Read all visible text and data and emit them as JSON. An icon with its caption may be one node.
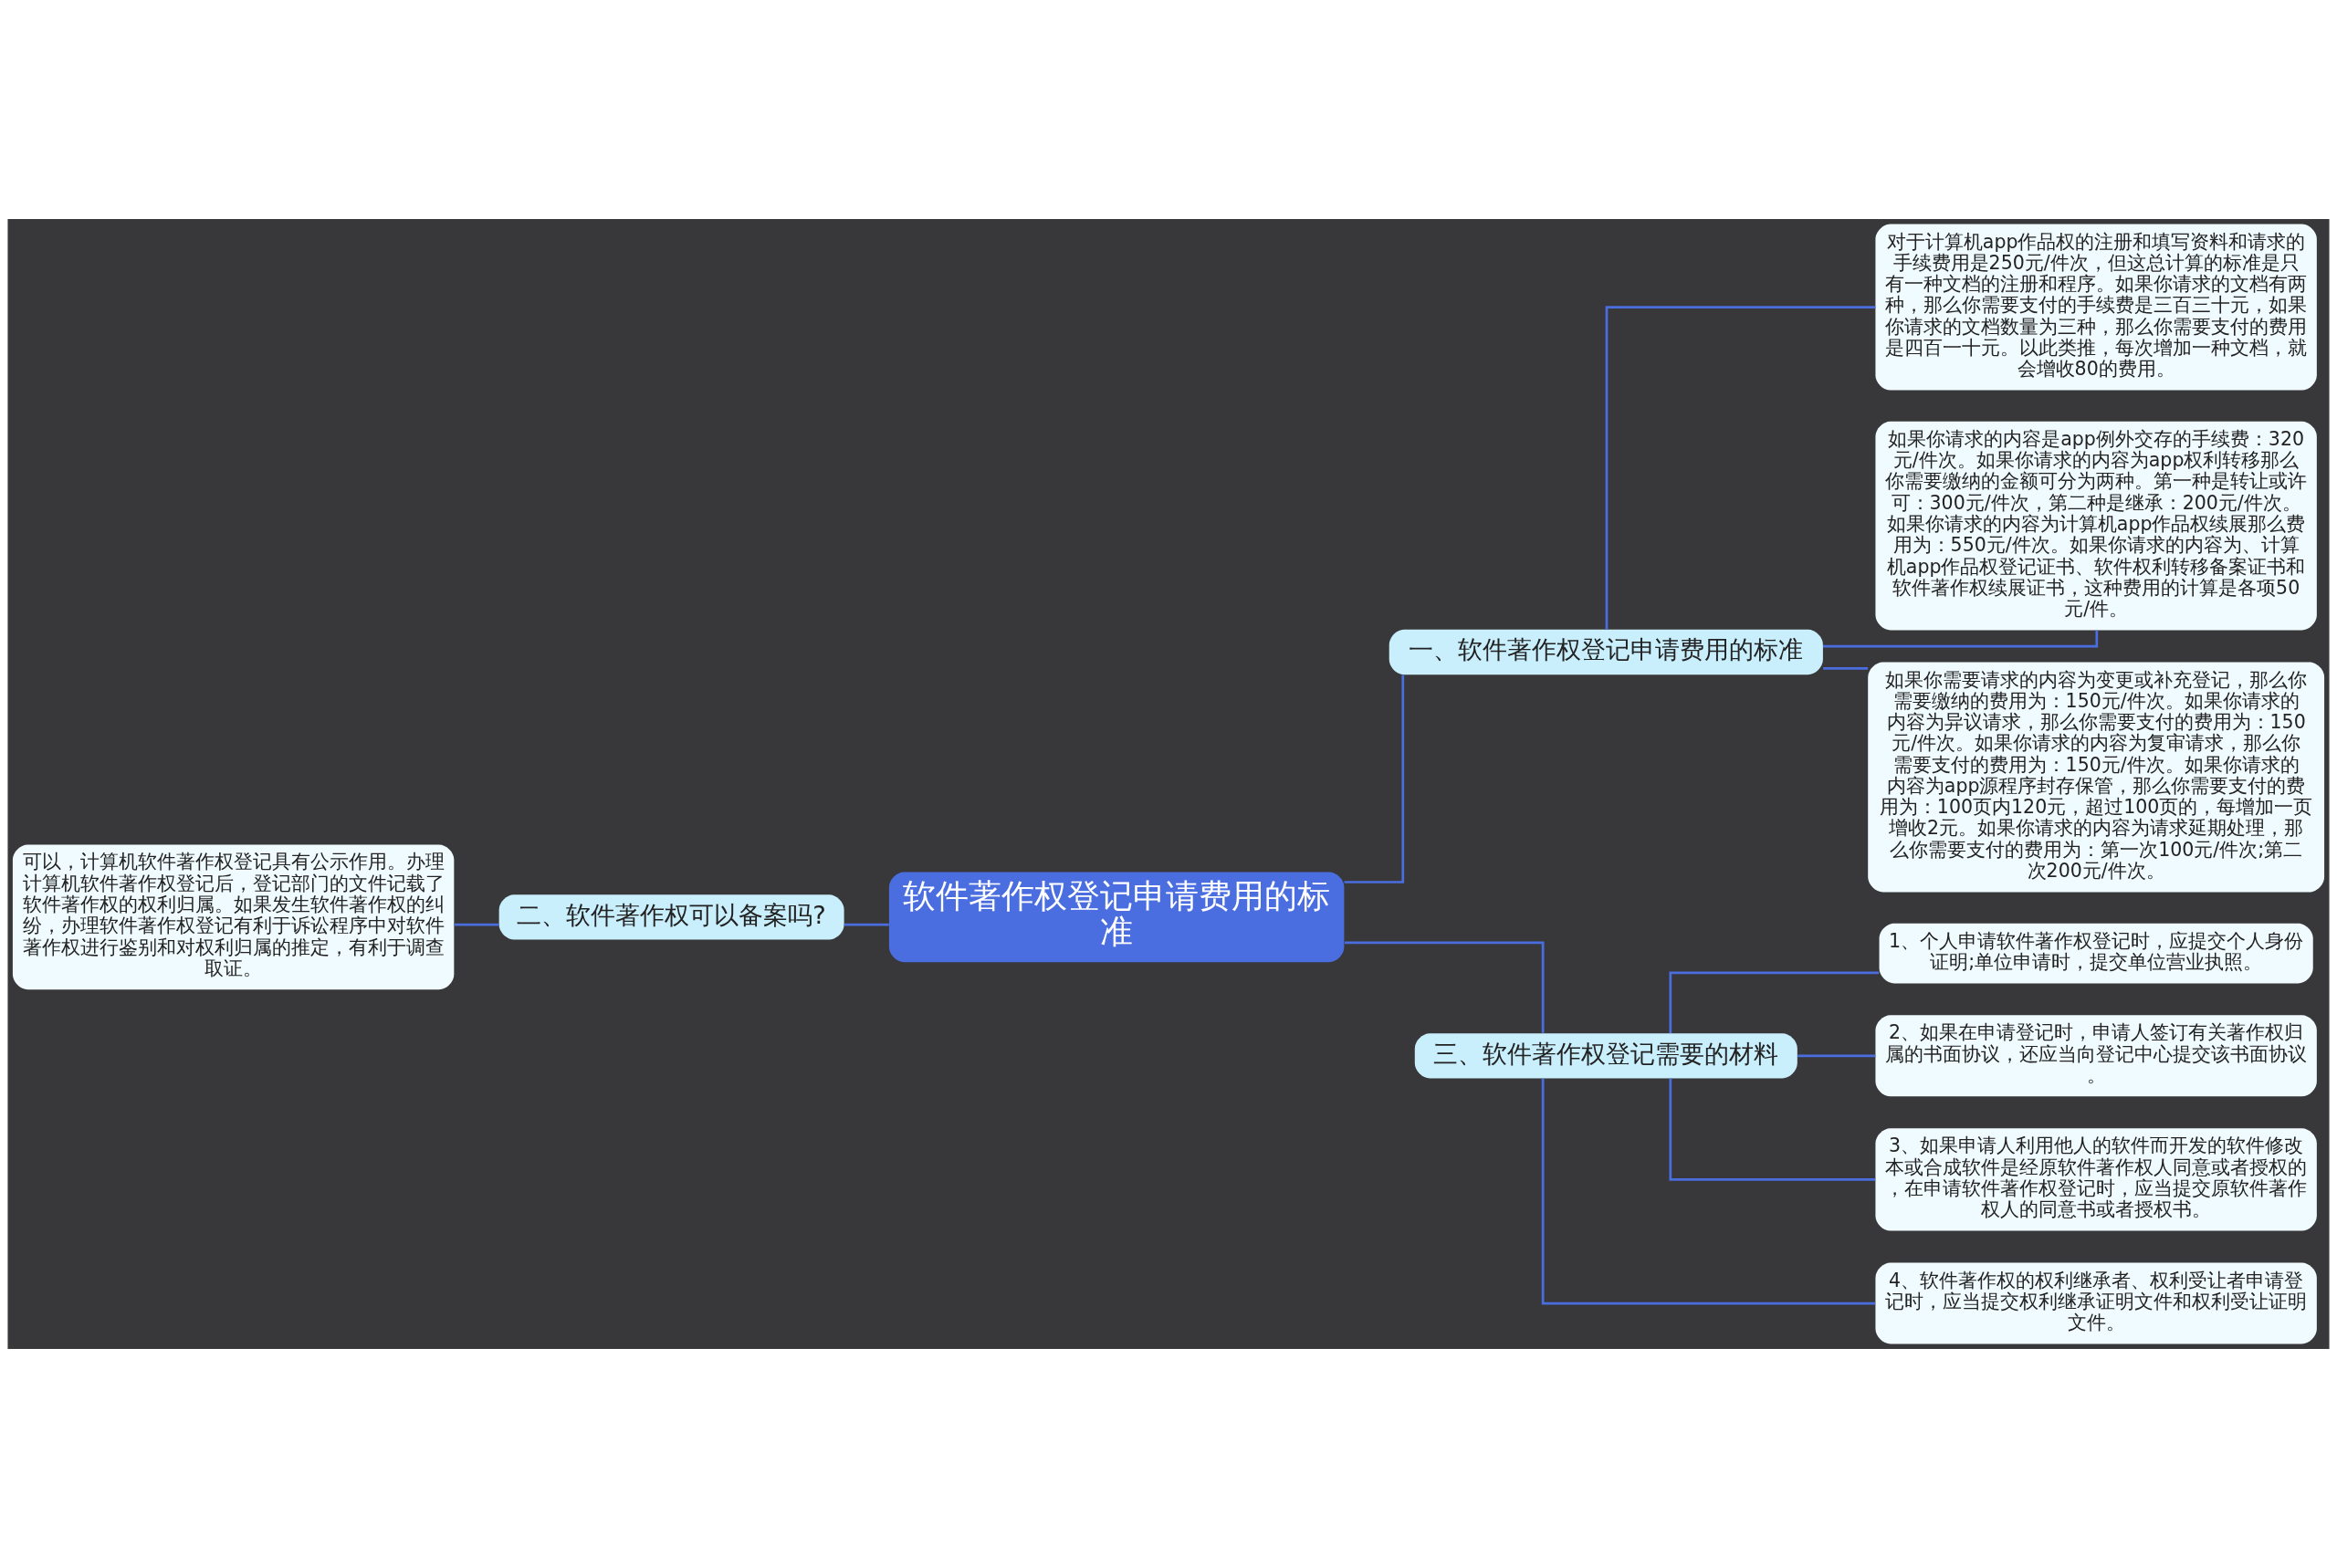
{
  "diagram": {
    "nodes": [
      {
        "text": [
          "软件著作权登记申请费用的标准"
        ]
      },
      {
        "text": [
          "一、软件著作权登记申请费用的标准"
        ]
      },
      {
        "text": [
          "对于计算机app作品权的注册和填写资料和请求的手续费用是250元/件次，但这总计算的标准是只有一种文档的注册和程序。如果你请求的文档有两种，那么你需要支付的手续费是三百三十元，如果你请求的文档数量为三种，那么你需要支付的费用是四百一十元。以此类推，每次增加一种文档，就会增收80的费用。"
        ]
      },
      {
        "text": [
          "如果你请求的内容是app例外交存的手续费：320元/件次。如果你请求的内容为app权利转移那么你需要缴纳的金额可分为两种。第一种是转让或许可：300元/件次，第二种是继承：200元/件次。如果你请求的内容为计算机app作品权续展那么费用为：550元/件次。如果你请求的内容为、计算机app作品权登记证书、软件权利转移备案证书和软件著作权续展证书，这种费用的计算是各项50元/件。"
        ]
      },
      {
        "text": [
          "如果你需要请求的内容为变更或补充登记，那么你需要缴纳的费用为：150元/件次。如果你请求的内容为异议请求，那么你需要支付的费用为：150元/件次。如果你请求的内容为复审请求，那么你需要支付的费用为：150元/件次。如果你请求的内容为app源程序封存保管，那么你需要支付的费用为：100页内120元，超过100页的，每增加一页增收2元。如果你请求的内容为请求延期处理，那么你需要支付的费用为：第一次100元/件次;第二次200元/件次。"
        ]
      },
      {
        "text": [
          "二、软件著作权可以备案吗?"
        ]
      },
      {
        "text": [
          "可以，计算机软件著作权登记具有公示作用。办理计算机软件著作权登记后，登记部门的文件记载了软件著作权的权利归属。如果发生软件著作权的纠纷，办理软件著作权登记有利于诉讼程序中对软件著作权进行鉴别和对权利归属的推定，有利于调查取证。"
        ]
      },
      {
        "text": [
          "三、软件著作权登记需要的材料"
        ]
      },
      {
        "text": [
          "1、个人申请软件著作权登记时，应提交个人身份证明;单位申请时，提交单位营业执照。"
        ]
      },
      {
        "text": [
          "2、如果在申请登记时，申请人签订有关著作权归属的书面协议，还应当向登记中心提交该书面协议。"
        ]
      },
      {
        "text": [
          "3、如果申请人利用他人的软件而开发的软件修改本或合成软件是经原软件著作权人同意或者授权的，在申请软件著作权登记时，应当提交原软件著作权人的同意书或者授权书。"
        ]
      },
      {
        "text": [
          "4、软件著作权的权利继承者、权利受让者申请登记时，应当提交权利继承证明文件和权利受让证明文件。"
        ]
      }
    ],
    "edges": [
      {
        "from": 0,
        "to": 1,
        "arrow": "none"
      },
      {
        "from": 1,
        "to": 2,
        "arrow": "none"
      },
      {
        "from": 1,
        "to": 3,
        "arrow": "none"
      },
      {
        "from": 1,
        "to": 4,
        "arrow": "none"
      },
      {
        "from": 0,
        "to": 5,
        "arrow": "none"
      },
      {
        "from": 5,
        "to": 6,
        "arrow": "none"
      },
      {
        "from": 0,
        "to": 7,
        "arrow": "none"
      },
      {
        "from": 7,
        "to": 8,
        "arrow": "none"
      },
      {
        "from": 7,
        "to": 9,
        "arrow": "none"
      },
      {
        "from": 7,
        "to": 10,
        "arrow": "none"
      },
      {
        "from": 7,
        "to": 11,
        "arrow": "none"
      }
    ]
  }
}
